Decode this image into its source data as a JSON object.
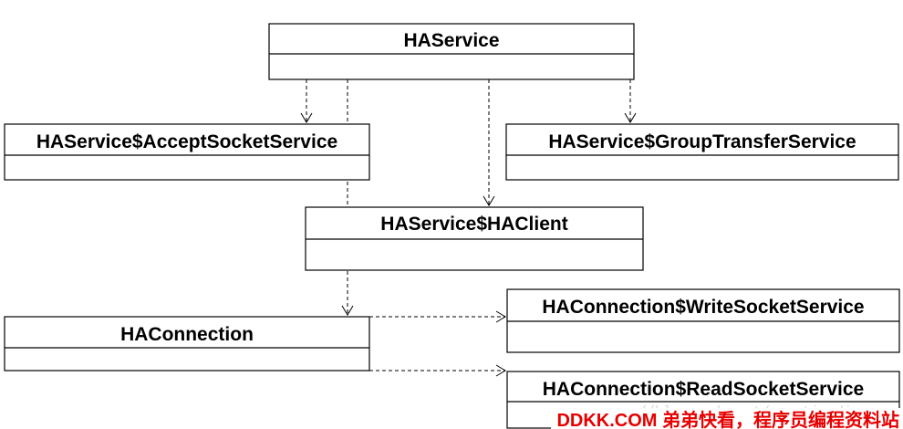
{
  "diagram": {
    "type": "uml-class-dependency",
    "classes": {
      "ha_service": {
        "name": "HAService"
      },
      "accept_socket_service": {
        "name": "HAService$AcceptSocketService"
      },
      "group_transfer_service": {
        "name": "HAService$GroupTransferService"
      },
      "ha_client": {
        "name": "HAService$HAClient"
      },
      "ha_connection": {
        "name": "HAConnection"
      },
      "write_socket_service": {
        "name": "HAConnection$WriteSocketService"
      },
      "read_socket_service": {
        "name": "HAConnection$ReadSocketService"
      }
    },
    "dependencies": [
      {
        "from": "HAService",
        "to": "HAService$AcceptSocketService"
      },
      {
        "from": "HAService",
        "to": "HAService$GroupTransferService"
      },
      {
        "from": "HAService",
        "to": "HAService$HAClient"
      },
      {
        "from": "HAService",
        "to": "HAConnection"
      },
      {
        "from": "HAConnection",
        "to": "HAConnection$WriteSocketService"
      },
      {
        "from": "HAConnection",
        "to": "HAConnection$ReadSocketService"
      }
    ]
  },
  "watermark": {
    "faint_text": "//blog.csdn.net/prestigeding",
    "site_text": "DDKK.COM 弟弟快看，程序员编程资料站"
  }
}
